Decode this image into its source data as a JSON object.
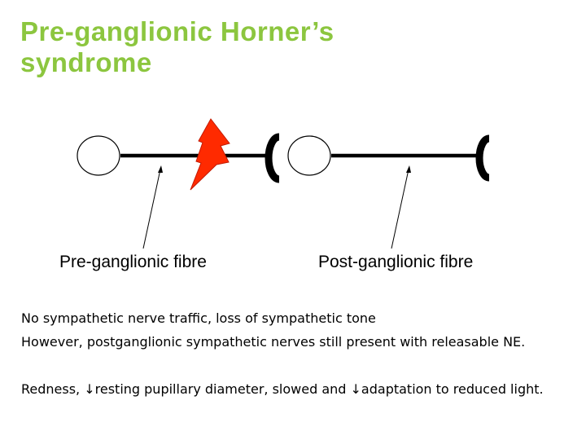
{
  "title": {
    "line1": "Pre-ganglionic Horner’s",
    "line2": "syndrome",
    "color": "#8cc63f"
  },
  "labels": {
    "pre": "Pre-ganglionic fibre",
    "post": "Post-ganglionic fibre"
  },
  "notes": {
    "line1": "No sympathetic nerve traffic, loss of sympathetic tone",
    "line2": "However, postganglionic sympathetic nerves still present with releasable NE.",
    "line3_part1": "Redness, ",
    "line3_arrow": "↓",
    "line3_part2": "resting pupillary diameter, slowed and ",
    "line3_arrow2": "↓",
    "line3_part3": "adaptation to reduced light."
  },
  "colors": {
    "lesion": "#ff2a00",
    "lesion_outline": "#c21a00",
    "line": "#000000"
  },
  "icons": {
    "lesion": "lightning-bolt-icon",
    "neuron_bodies": "circle",
    "synapses": "bracket"
  }
}
